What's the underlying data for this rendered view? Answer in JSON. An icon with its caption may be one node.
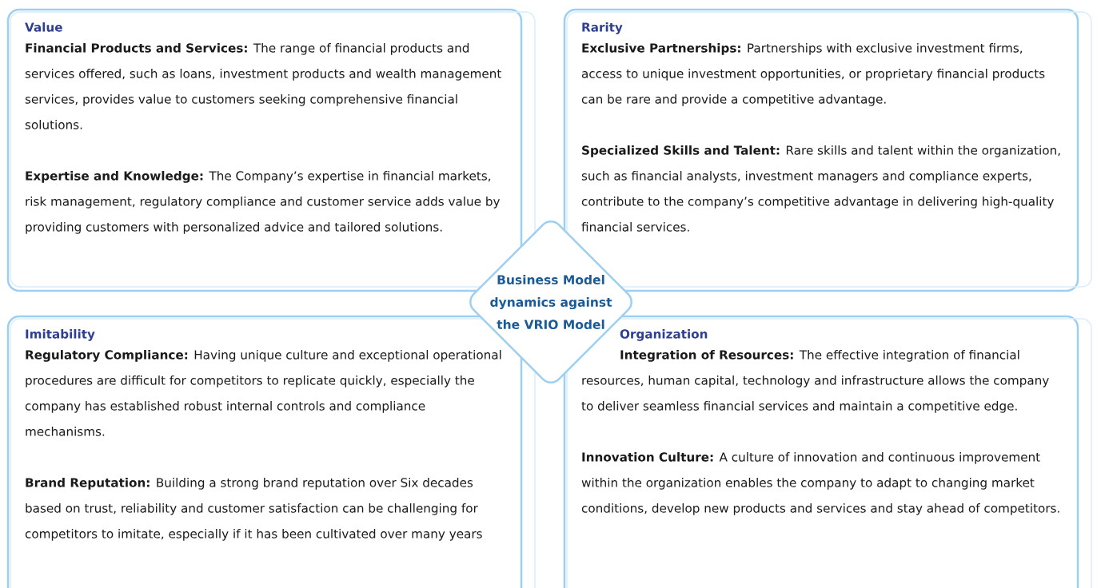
{
  "diagram": {
    "nodes": [
      {
        "text": [
          "Value",
          "**Financial Products and Services:** The range of financial products and services offered, such as loans, investment products and wealth management services, provides value to customers seeking comprehensive financial solutions.",
          "**Expertise and Knowledge:** The Company’s expertise in financial markets, risk management, regulatory compliance and customer service adds value by providing customers with personalized advice and tailored solutions."
        ]
      },
      {
        "text": [
          "Rarity",
          "**Exclusive Partnerships:** Partnerships with exclusive investment firms, access to unique investment opportunities, or proprietary financial products can be rare and provide a competitive advantage.",
          "**Specialized Skills and Talent:** Rare skills and talent within the organization, such as financial analysts, investment managers and compliance experts, contribute to the company’s competitive advantage in delivering high-quality financial services."
        ]
      },
      {
        "text": [
          "Imitability",
          "**Regulatory Compliance:** Having unique culture and exceptional operational procedures are difficult for competitors to replicate quickly, especially the company has established robust internal controls and compliance mechanisms.",
          "**Brand Reputation:** Building a strong brand reputation over Six decades based on trust, reliability and customer satisfaction can be challenging for competitors to imitate, especially if it has been cultivated over many years"
        ]
      },
      {
        "text": [
          "Organization",
          "**Integration of Resources:** The effective integration of financial resources, human capital, technology and infrastructure allows the company to deliver seamless financial services and maintain a competitive edge.",
          "**Innovation Culture:** A culture of innovation and continuous improvement within the organization enables the company to adapt to changing market conditions, develop new products and services and stay ahead of competitors."
        ]
      },
      {
        "text": [
          "Business Model dynamics against the VRIO Model"
        ]
      }
    ]
  }
}
